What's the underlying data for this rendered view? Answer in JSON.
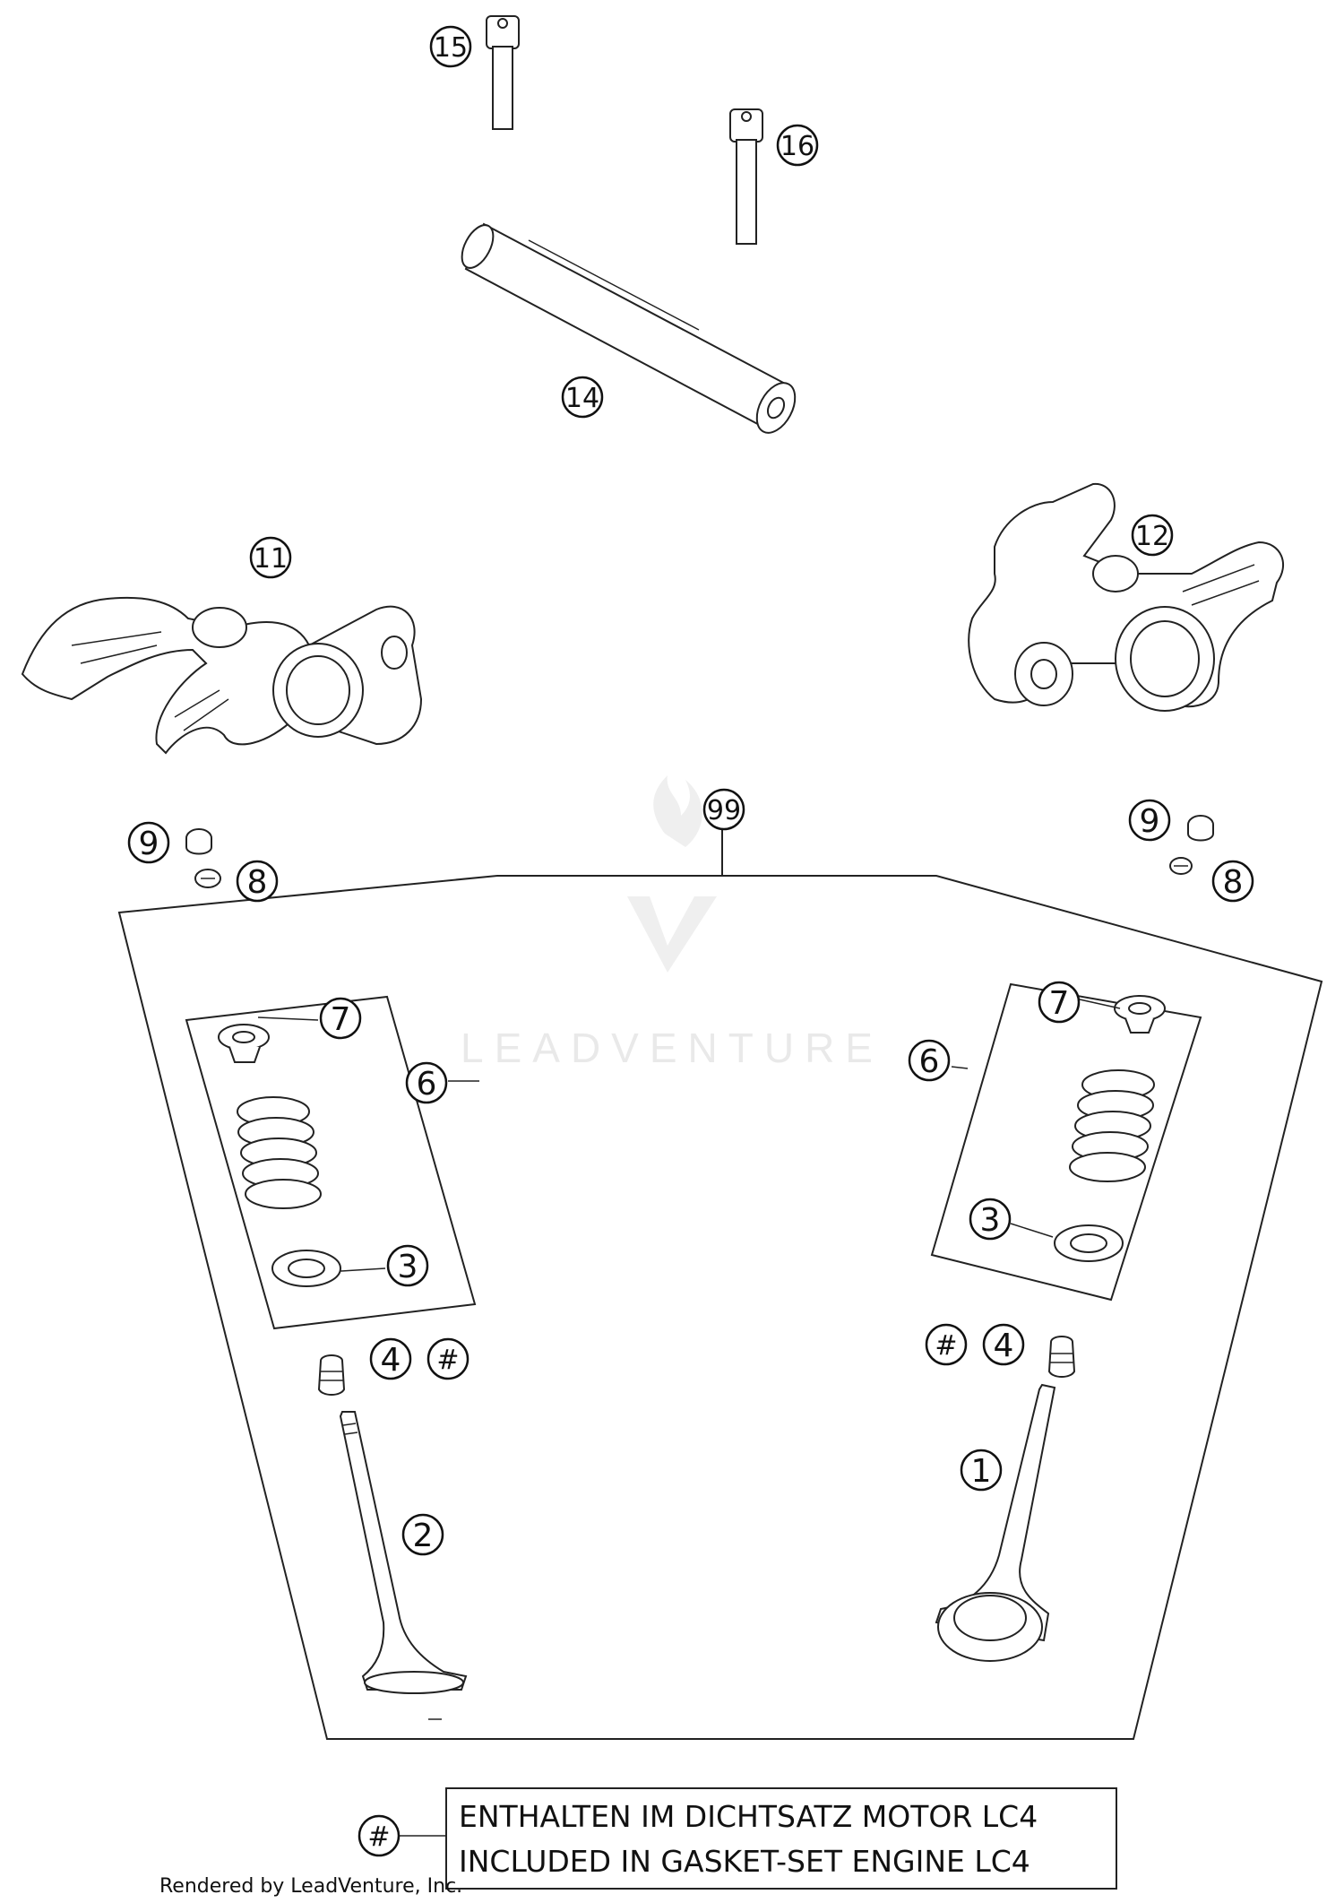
{
  "callouts": {
    "c1": "1",
    "c2": "2",
    "c3a": "3",
    "c3b": "3",
    "c4a": "4",
    "c4b": "4",
    "c6a": "6",
    "c6b": "6",
    "c7a": "7",
    "c7b": "7",
    "c8a": "8",
    "c8b": "8",
    "c9a": "9",
    "c9b": "9",
    "c11": "11",
    "c12": "12",
    "c14": "14",
    "c15": "15",
    "c16": "16",
    "c99": "99",
    "hash_a": "#",
    "hash_b": "#",
    "hash_note": "#"
  },
  "note": {
    "line1": "ENTHALTEN IM DICHTSATZ MOTOR LC4",
    "line2": "INCLUDED IN GASKET-SET ENGINE LC4"
  },
  "watermark": "LEADVENTURE",
  "footer": "Rendered by LeadVenture, Inc."
}
